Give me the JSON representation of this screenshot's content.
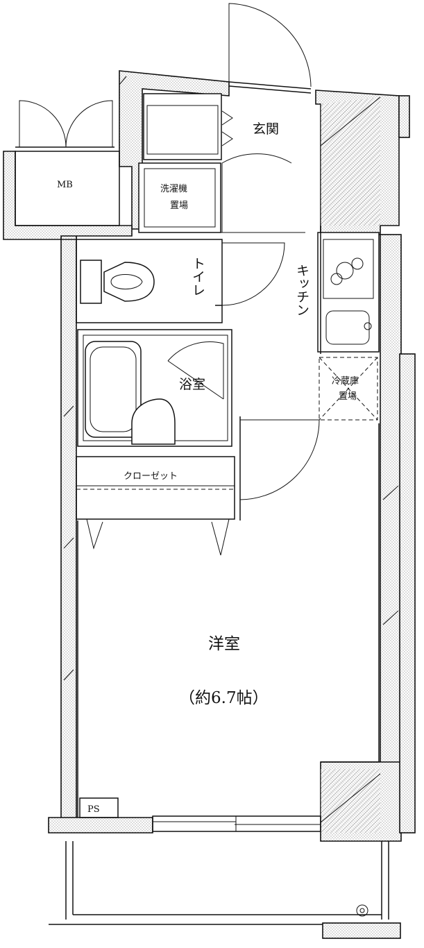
{
  "rooms": {
    "entrance": "玄関",
    "washer": "洗濯機",
    "washer_place": "置場",
    "toilet": "トイレ",
    "kitchen": "キッチン",
    "bath": "浴室",
    "fridge": "冷蔵庫",
    "fridge_place": "置場",
    "closet": "クローゼット",
    "western_room": "洋室",
    "western_room_size": "（約6.7帖）",
    "meter_box": "MB",
    "pipe_space": "PS"
  },
  "colors": {
    "line": "#111111",
    "hatch": "#555555",
    "background": "#ffffff"
  }
}
